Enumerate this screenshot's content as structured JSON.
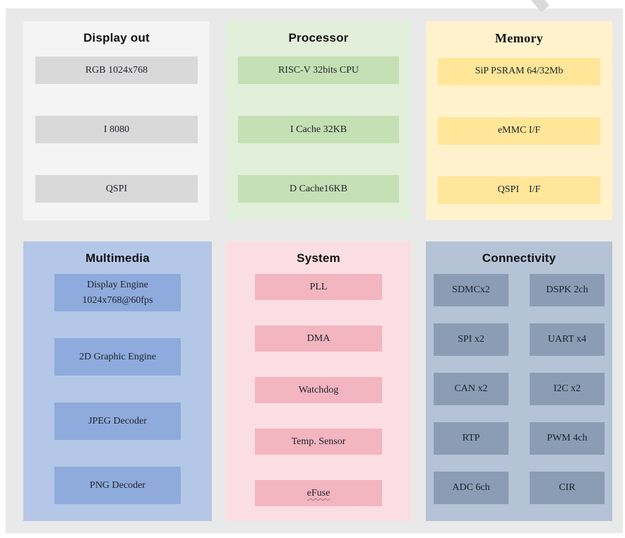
{
  "canvas": {
    "page_background": "#ffffff",
    "background": "#e9e9e9",
    "text_color": "#20242e"
  },
  "panels": [
    {
      "id": "display-out",
      "title": "Display out",
      "bg": "#f4f4f4",
      "block_bg": "#d9d9d9",
      "blocks": [
        "RGB 1024x768",
        "I 8080",
        "QSPI"
      ]
    },
    {
      "id": "processor",
      "title": "Processor",
      "bg": "#e2efda",
      "block_bg": "#c5e0b4",
      "blocks": [
        "RISC-V 32bits CPU",
        "I Cache 32KB",
        "D Cache16KB"
      ]
    },
    {
      "id": "memory",
      "title": "Memory",
      "bg": "#fff2cc",
      "block_bg": "#ffe699",
      "blocks": [
        "SiP PSRAM 64/32Mb",
        "eMMC I/F",
        "QSPI    I/F"
      ]
    },
    {
      "id": "multimedia",
      "title": "Multimedia",
      "bg": "#b4c7e7",
      "block_bg": "#8faadc",
      "blocks": [
        "Display Engine\n1024x768@60fps",
        "2D Graphic Engine",
        "JPEG Decoder",
        "PNG Decoder"
      ]
    },
    {
      "id": "system",
      "title": "System",
      "bg": "#fbdee4",
      "block_bg": "#f3b5c0",
      "blocks": [
        "PLL",
        "DMA",
        "Watchdog",
        "Temp. Sensor",
        "eFuse"
      ]
    },
    {
      "id": "connectivity",
      "title": "Connectivity",
      "bg": "#b4c3d6",
      "block_bg": "#8a9db5",
      "blocks": [
        "SDMCx2",
        "DSPK 2ch",
        "SPI x2",
        "UART x4",
        "CAN x2",
        "I2C x2",
        "RTP",
        "PWM 4ch",
        "ADC 6ch",
        "CIR"
      ]
    }
  ]
}
